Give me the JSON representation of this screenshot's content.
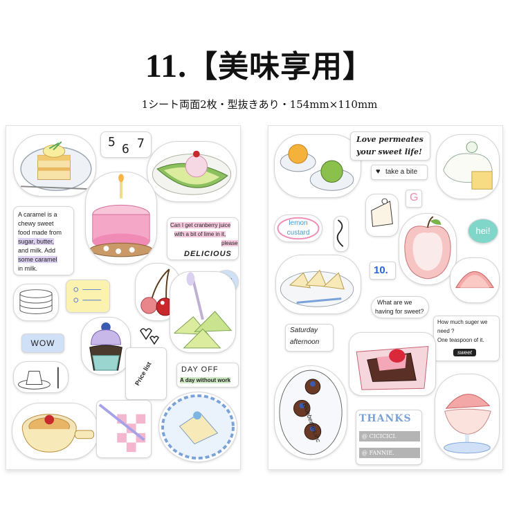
{
  "header": {
    "number": "11.",
    "name": "【美味享用】"
  },
  "spec": "1シート両面2枚・型抜きあり・154mm×110mm",
  "left_sheet": {
    "caramel_text": [
      "A caramel is a",
      "chewy sweet",
      "food made from",
      "sugar, butter,",
      "and milk. Add",
      "some caramel",
      "in milk."
    ],
    "cranberry_text": [
      "Can I get cranberry juice",
      "with a bit of lime in it,",
      "please."
    ],
    "delicious": "DELICIOUS",
    "wow": "WOW",
    "day_off": "DAY OFF",
    "day_off_sub": "A day without work",
    "price_list": "Price list",
    "digits": [
      "5",
      "6",
      "7"
    ]
  },
  "right_sheet": {
    "love_text": [
      "Love permeates",
      "your sweet life!"
    ],
    "take_bite": "take a bite",
    "lemon_custard": [
      "lemon",
      "custard"
    ],
    "hei": "hei!",
    "letter_g": "G",
    "ten": "10.",
    "what_are": [
      "What are we",
      "having for sweet?"
    ],
    "sugar_text": [
      "How much suger we",
      "need ?",
      "One teaspoon of it."
    ],
    "sweet": "sweet",
    "saturday": [
      "Saturday",
      "afternoon"
    ],
    "blueberries": "Blueberries,inc",
    "thanks": "THANKS",
    "handle1": "@ CICICICI.",
    "handle2": "@ FANNIE."
  },
  "colors": {
    "pink": "#f4a7c7",
    "cream": "#f7e9b8",
    "melon": "#b9d98c",
    "blue_badge": "#cfe0f7",
    "mint": "#7fd6c9",
    "cherry": "#c8282c"
  }
}
